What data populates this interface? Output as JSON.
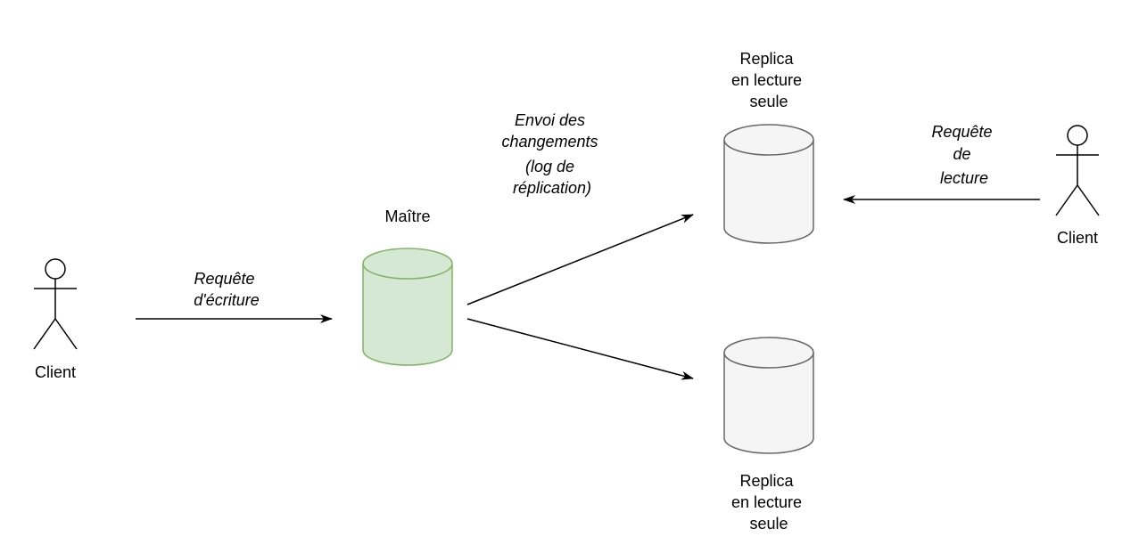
{
  "nodes": {
    "client_left": {
      "label": "Client"
    },
    "client_right": {
      "label": "Client"
    },
    "master": {
      "label": "Maître"
    },
    "replica_top": {
      "label_lines": [
        "Replica",
        "en lecture",
        "seule"
      ]
    },
    "replica_bottom": {
      "label_lines": [
        "Replica",
        "en lecture",
        "seule"
      ]
    }
  },
  "edges": {
    "write_request": {
      "label_lines": [
        "Requête",
        "d'écriture"
      ]
    },
    "replication": {
      "label_lines": [
        "Envoi des",
        "changements",
        "(log de",
        "réplication)"
      ]
    },
    "read_request": {
      "label_lines": [
        "Requête",
        "de",
        "lecture"
      ]
    }
  },
  "colors": {
    "master_fill": "#d5e8d4",
    "master_stroke": "#82b366",
    "replica_fill": "#f5f5f5",
    "replica_stroke": "#666666",
    "line": "#000000"
  }
}
